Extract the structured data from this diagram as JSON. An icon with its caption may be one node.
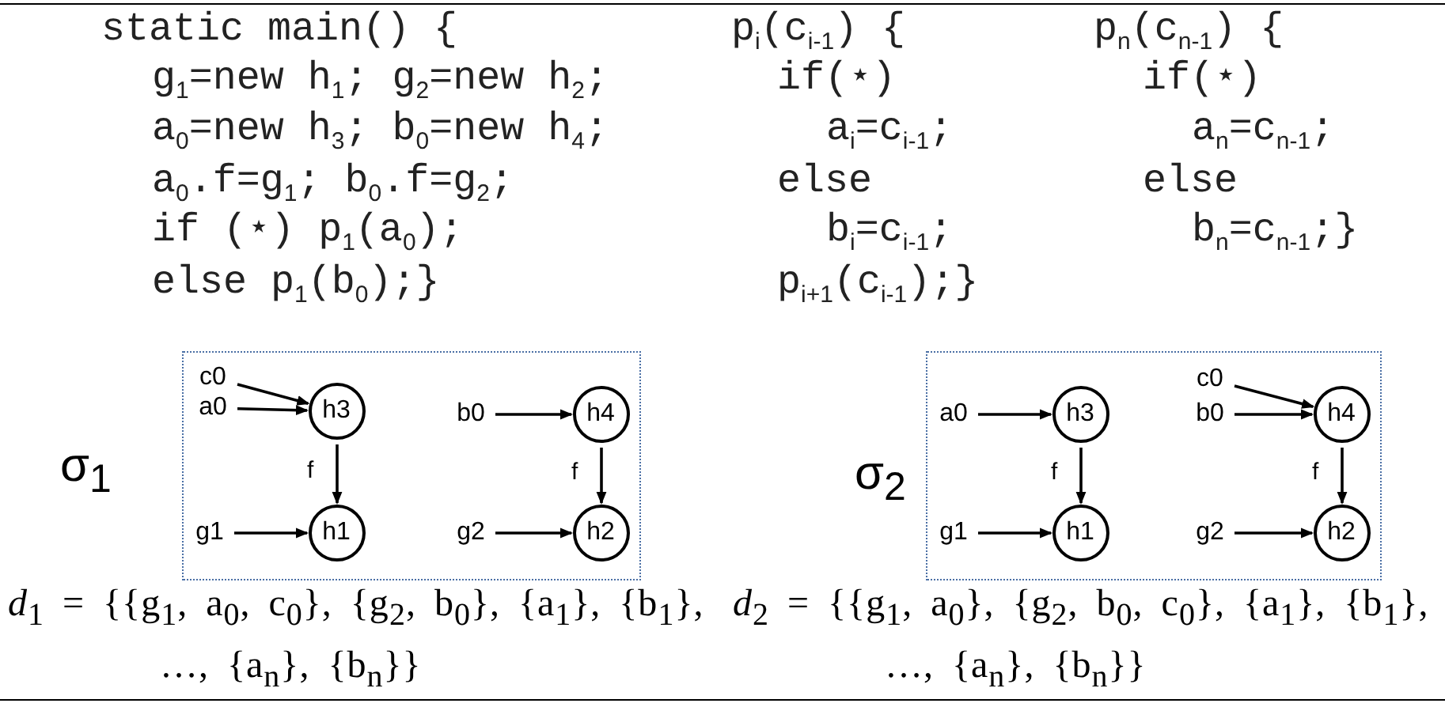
{
  "diagram": {
    "nodes": [
      {
        "text": [],
        "shape": "box",
        "beside": [
          "σ$_{1}$"
        ]
      },
      {
        "text": [
          "c0"
        ],
        "in": 0
      },
      {
        "text": [
          "a0"
        ],
        "in": 0
      },
      {
        "text": [
          "h3"
        ],
        "in": 0
      },
      {
        "text": [
          "b0"
        ],
        "in": 0
      },
      {
        "text": [
          "h4"
        ],
        "in": 0
      },
      {
        "text": [
          "g1"
        ],
        "in": 0
      },
      {
        "text": [
          "h1"
        ],
        "in": 0
      },
      {
        "text": [
          "g2"
        ],
        "in": 0
      },
      {
        "text": [
          "h2"
        ],
        "in": 0
      },
      {
        "text": [],
        "shape": "box",
        "beside": [
          "σ$_{2}$"
        ]
      },
      {
        "text": [
          "a0"
        ],
        "in": 10
      },
      {
        "text": [
          "h3"
        ],
        "in": 10
      },
      {
        "text": [
          "c0"
        ],
        "in": 10
      },
      {
        "text": [
          "b0"
        ],
        "in": 10
      },
      {
        "text": [
          "h4"
        ],
        "in": 10
      },
      {
        "text": [
          "g1"
        ],
        "in": 10
      },
      {
        "text": [
          "h1"
        ],
        "in": 10
      },
      {
        "text": [
          "g2"
        ],
        "in": 10
      },
      {
        "text": [
          "h2"
        ],
        "in": 10
      }
    ],
    "edges": [
      {
        "from": 1,
        "to": 3,
        "arrow": "to"
      },
      {
        "from": 2,
        "to": 3,
        "arrow": "to"
      },
      {
        "from": 4,
        "to": 5,
        "arrow": "to"
      },
      {
        "from": 3,
        "to": 7,
        "arrow": "to",
        "label": "f"
      },
      {
        "from": 5,
        "to": 9,
        "arrow": "to",
        "label": "f"
      },
      {
        "from": 6,
        "to": 7,
        "arrow": "to"
      },
      {
        "from": 8,
        "to": 9,
        "arrow": "to"
      },
      {
        "from": 11,
        "to": 12,
        "arrow": "to"
      },
      {
        "from": 13,
        "to": 15,
        "arrow": "to"
      },
      {
        "from": 14,
        "to": 15,
        "arrow": "to"
      },
      {
        "from": 12,
        "to": 17,
        "arrow": "to",
        "label": "f"
      },
      {
        "from": 15,
        "to": 19,
        "arrow": "to",
        "label": "f"
      },
      {
        "from": 16,
        "to": 17,
        "arrow": "to"
      },
      {
        "from": 18,
        "to": 19,
        "arrow": "to"
      }
    ],
    "labels": [
      "static main() {",
      "g$_{1}$=new h$_{1}$; g$_{2}$=new h$_{2}$;",
      "a$_{0}$=new h$_{3}$; b$_{0}$=new h$_{4}$;",
      "a$_{0}$.f=g$_{1}$; b$_{0}$.f=g$_{2}$;",
      "if (⋆) p$_{1}$(a$_{0}$);",
      "else p$_{1}$(b$_{0}$);}",
      "p$_{i}$(c$_{i-1}$) {",
      "if(⋆)",
      "a$_{i}$=c$_{i-1}$;",
      "else",
      "b$_{i}$=c$_{i-1}$;",
      "p$_{i+1}$(c$_{i-1}$);}",
      "p$_{n}$(c$_{n-1}$) {",
      "if(⋆)",
      "a$_{n}$=c$_{n-1}$;",
      "else",
      "b$_{n}$=c$_{n-1}$;}",
      "*d*$_{1}$ = {{g$_{1}$, a$_{0}$, c$_{0}$}, {g$_{2}$, b$_{0}$}, {a$_{1}$}, {b$_{1}$}, …, {a$_{n}$}, {b$_{n}$}}",
      "*d*$_{2}$ = {{g$_{1}$, a$_{0}$}, {g$_{2}$, b$_{0}$, c$_{0}$}, {a$_{1}$}, {b$_{1}$}, …, {a$_{n}$}, {b$_{n}$}}"
    ]
  }
}
